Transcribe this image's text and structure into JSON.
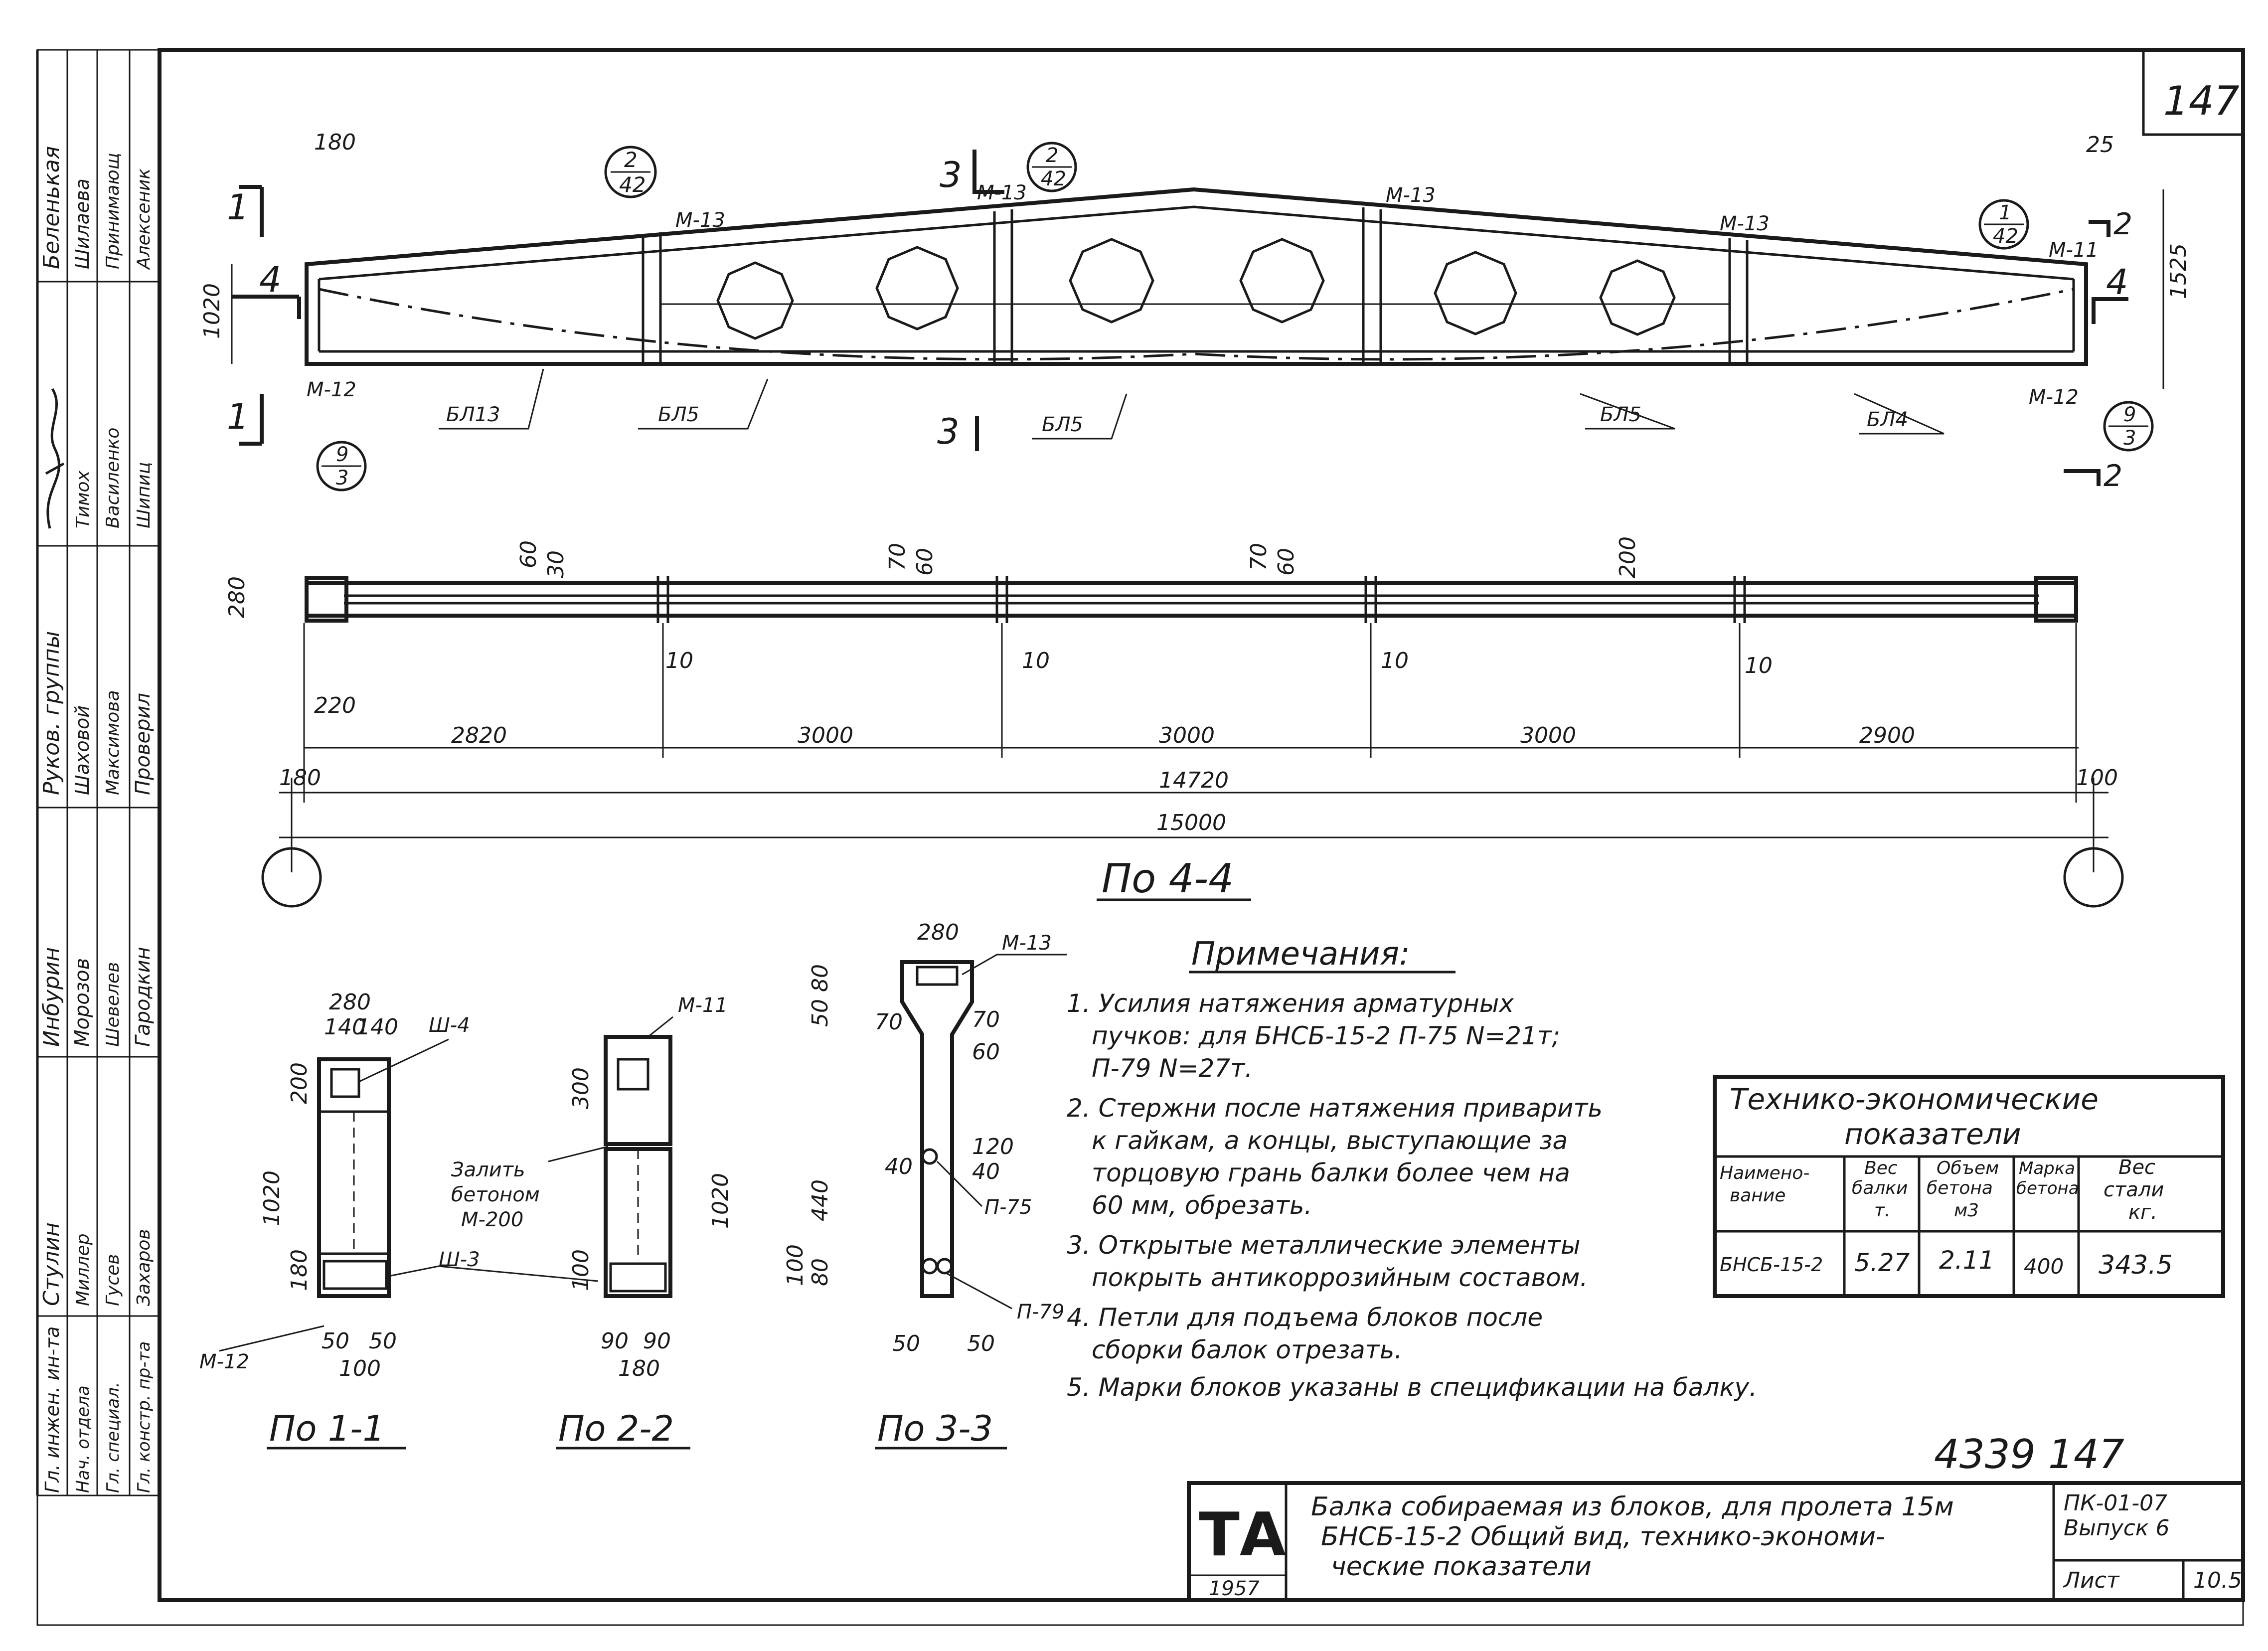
{
  "sheet": {
    "page_number": "147",
    "archive_number": "4339 147"
  },
  "side_stamp": {
    "rows": [
      {
        "role": "Беленькая",
        "names": [
          "Шилаева",
          "Принимающ",
          "Алексеник"
        ]
      },
      {
        "role": "",
        "names": [
          "Тимох",
          "Василенко",
          "Шипиц"
        ]
      },
      {
        "role": "Руков. группы",
        "names": [
          "Шаховой",
          "Максимова",
          "Проверил"
        ]
      },
      {
        "role": "Инбурин",
        "names": [
          "Морозов",
          "Шевелев",
          "Гародкин"
        ]
      },
      {
        "role": "Стулин",
        "names": [
          "Миллер",
          "Гусев",
          "Захаров"
        ]
      },
      {
        "role": "Гл. инжен. ин-та",
        "names": [
          "Нач. отдела",
          "Гл. специал.",
          "Гл. констр. пр-та"
        ]
      }
    ]
  },
  "elevation": {
    "markers": {
      "m13": "М-13",
      "m12": "М-12",
      "m11": "М-11",
      "sec1": "1",
      "sec2": "2",
      "sec3": "3",
      "sec4": "4",
      "ref_top": "2",
      "ref_bottom": "42",
      "ref1_top": "1",
      "ref9_top": "9",
      "ref9_bottom": "3"
    },
    "blocks": [
      "БЛ13",
      "БЛ5",
      "БЛ5",
      "БЛ5",
      "БЛ4"
    ],
    "dims": {
      "top_left": "180",
      "top_right": "25",
      "height_left": "1020",
      "height_right": "1525"
    }
  },
  "plan": {
    "dims": {
      "width": "280",
      "bottom": "220",
      "joints": [
        "60",
        "30",
        "70",
        "60",
        "70",
        "60",
        "200"
      ],
      "gaps": [
        "10",
        "10",
        "10",
        "10"
      ],
      "segments": [
        "2820",
        "3000",
        "3000",
        "3000",
        "2900"
      ],
      "span": "14720",
      "left_edge": "180",
      "right_edge": "100",
      "total": "15000"
    },
    "caption": "По 4-4"
  },
  "sections": {
    "s11": {
      "caption": "По 1-1",
      "width": "280",
      "sub": [
        "140",
        "140"
      ],
      "top": "200",
      "height": "1020",
      "bottom": "180",
      "base": [
        "50",
        "50"
      ],
      "base_total": "100",
      "marks": [
        "Ш-4",
        "Ш-3",
        "М-12"
      ]
    },
    "s22": {
      "caption": "По 2-2",
      "top": "300",
      "height": "1020",
      "bottom": "100",
      "base": [
        "90",
        "90"
      ],
      "base_total": "180",
      "marks": [
        "М-11"
      ],
      "fill_note": [
        "Залить",
        "бетоном",
        "М-200"
      ]
    },
    "s33": {
      "caption": "По 3-3",
      "width": "280",
      "dims_left": [
        "80",
        "50",
        "70",
        "440",
        "40",
        "80",
        "100"
      ],
      "dims_right": [
        "70",
        "60",
        "120",
        "40"
      ],
      "base": [
        "50",
        "50"
      ],
      "marks": [
        "М-13",
        "П-75",
        "П-79"
      ]
    }
  },
  "notes": {
    "title": "Примечания:",
    "items": [
      "1. Усилия натяжения арматурных",
      "пучков: для БНСБ-15-2  П-75 N=21т;",
      "П-79  N=27т.",
      "2. Стержни после натяжения приварить",
      "к гайкам, а концы, выступающие за",
      "торцовую грань балки более чем на",
      "60 мм, обрезать.",
      "3. Открытые металлические элементы",
      "покрыть антикоррозийным составом.",
      "4. Петли для подъема блоков после",
      "сборки балок отрезать.",
      "5. Марки блоков указаны в спецификации на балку."
    ]
  },
  "tech_table": {
    "title_1": "Технико-экономические",
    "title_2": "показатели",
    "headers": [
      [
        "Наимено-",
        "вание"
      ],
      [
        "Вес",
        "балки",
        "т."
      ],
      [
        "Объем",
        "бетона",
        "м3"
      ],
      [
        "Марка",
        "бетона"
      ],
      [
        "Вес",
        "стали",
        "кг."
      ]
    ],
    "row": [
      "БНСБ-15-2",
      "5.27",
      "2.11",
      "400",
      "343.5"
    ]
  },
  "title_block": {
    "logo": "ТА",
    "year": "1957",
    "desc": [
      "Балка собираемая из блоков, для пролета 15м",
      "БНСБ-15-2   Общий вид, технико-экономи-",
      "ческие показатели"
    ],
    "series_1": "ПК-01-07",
    "series_2": "Выпуск 6",
    "sheet_label": "Лист",
    "sheet_no": "10.5"
  }
}
